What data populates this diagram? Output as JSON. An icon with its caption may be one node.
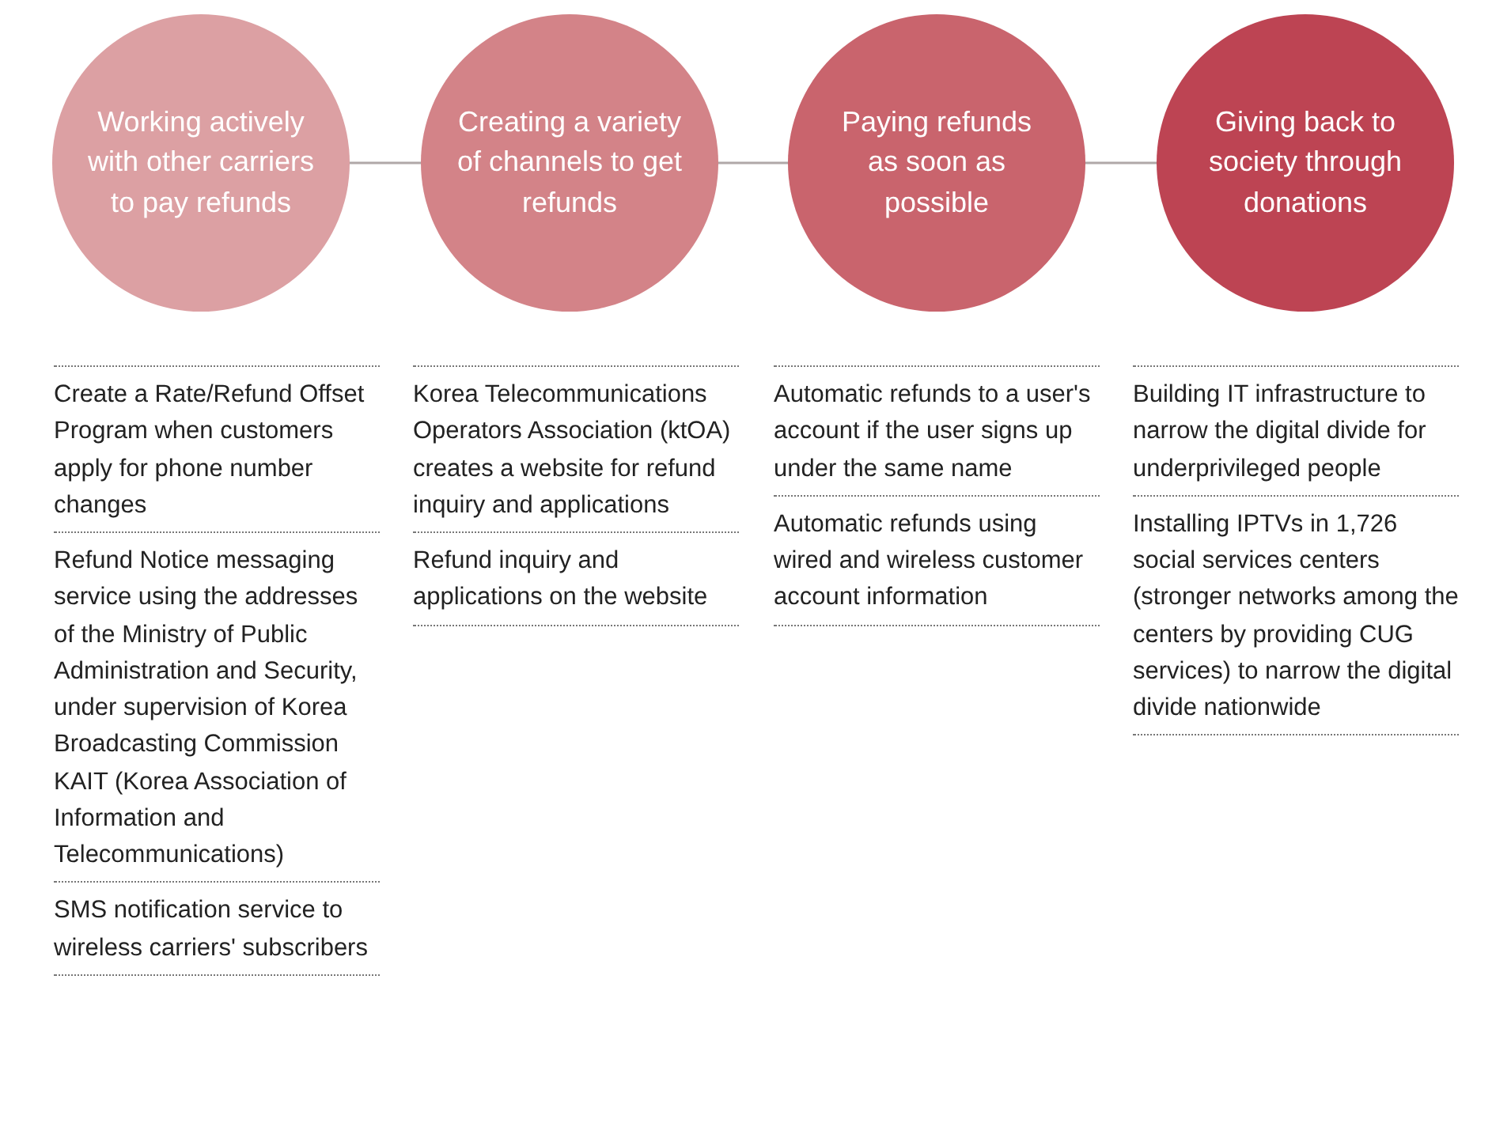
{
  "diagram": {
    "nodes": [
      {
        "text": [
          "Working actively with other carriers to pay refunds"
        ]
      },
      {
        "text": [
          "Creating a variety of channels to get refunds"
        ]
      },
      {
        "text": [
          "Paying refunds as soon as possible"
        ]
      },
      {
        "text": [
          "Giving back to society through donations"
        ]
      }
    ],
    "edges": [
      {
        "from": 0,
        "to": 1,
        "arrow": "none"
      },
      {
        "from": 1,
        "to": 2,
        "arrow": "none"
      },
      {
        "from": 2,
        "to": 3,
        "arrow": "none"
      }
    ],
    "labels": [
      "Create a Rate/Refund Offset Program when customers apply for phone number changes",
      "Refund Notice messaging service using the addresses of the Ministry of Public Administration and Security, under supervision of Korea Broadcasting Commission KAIT (Korea Association of Information and Telecommunications)",
      "SMS notification service to wireless carriers' subscribers",
      "Korea Telecommunications Operators Association (ktOA) creates a website for refund inquiry and applications",
      "Refund inquiry and applications on the website",
      "Automatic refunds to a user's account if the user signs up under the same name",
      "Automatic refunds using wired and wireless customer account information",
      "Building IT infrastructure to narrow the digital divide for underprivileged people",
      "Installing IPTVs in 1,726 social services centers (stronger networks among the centers by providing CUG services) to narrow the digital divide nationwide"
    ]
  }
}
